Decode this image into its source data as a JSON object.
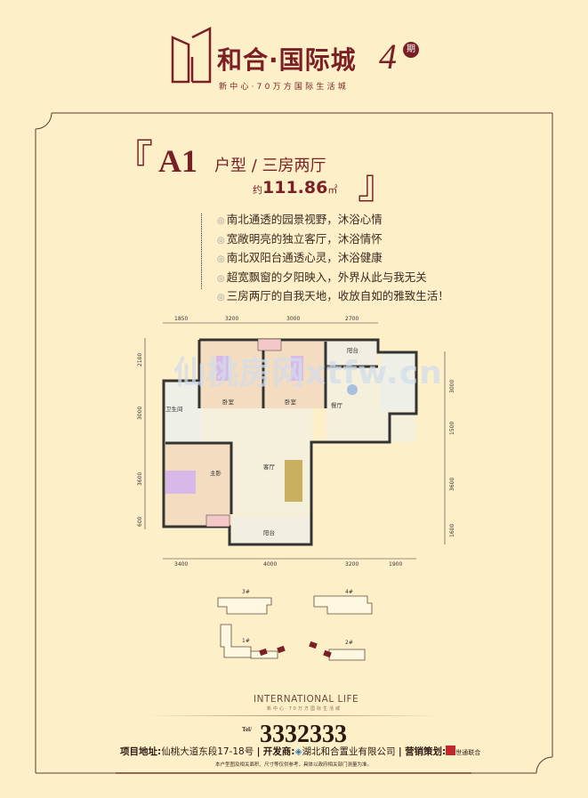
{
  "logo": {
    "title": "和合·国际城",
    "phase_number": "4",
    "phase_badge": "期",
    "slogan": "新中心·70万方国际生活城",
    "brand_color": "#7a1f24"
  },
  "unit": {
    "open_bracket": "『",
    "close_bracket": "』",
    "code": "A1",
    "type": "户型 / 三房两厅",
    "area_prefix": "约",
    "area_value": "111.86",
    "area_unit": "㎡"
  },
  "features": [
    "南北通透的园景视野，沐浴心情",
    "宽敞明亮的独立客厅，沐浴情怀",
    "南北双阳台通透心灵，沐浴健康",
    "超宽飘窗的夕阳映入，外界从此与我无关",
    "三房两厅的自我天地，收放自如的雅致生活！"
  ],
  "feature_bullet": "◎",
  "floorplan": {
    "dims_top": [
      "1850",
      "3200",
      "3000",
      "2700"
    ],
    "dims_bottom": [
      "3400",
      "4000",
      "3200",
      "1900"
    ],
    "dims_left": [
      "2100",
      "3000",
      "3600",
      "600"
    ],
    "dims_right": [
      "3000",
      "1500",
      "3600",
      "1600"
    ],
    "rooms": {
      "bathroom": "卫生间",
      "master_bedroom": "主卧",
      "bedroom": "卧室",
      "living": "客厅",
      "dining": "餐厅",
      "balcony_north": "阳台",
      "balcony_south": "阳台"
    },
    "watermark": "仙桃房网xtfw.cn"
  },
  "site_plan": {
    "buildings": [
      "1#",
      "2#",
      "3#",
      "4#"
    ]
  },
  "footer": {
    "brand_en": "INTERNATIONAL LIFE",
    "brand_sub": "新中心·70万方国际生活城",
    "tel_label": "Tel/",
    "tel": "3332333",
    "address_label": "项目地址:",
    "address": "仙桃大道东段17-18号",
    "developer_label": "开发商:",
    "developer": "湖北和合置业有限公司",
    "marketing_label": "营销策划:",
    "marketing": "世通联合",
    "sep": "|",
    "note": "本户型图及相关面积、尺寸等仅供参考，具体以政府相关部门测量为准。"
  }
}
